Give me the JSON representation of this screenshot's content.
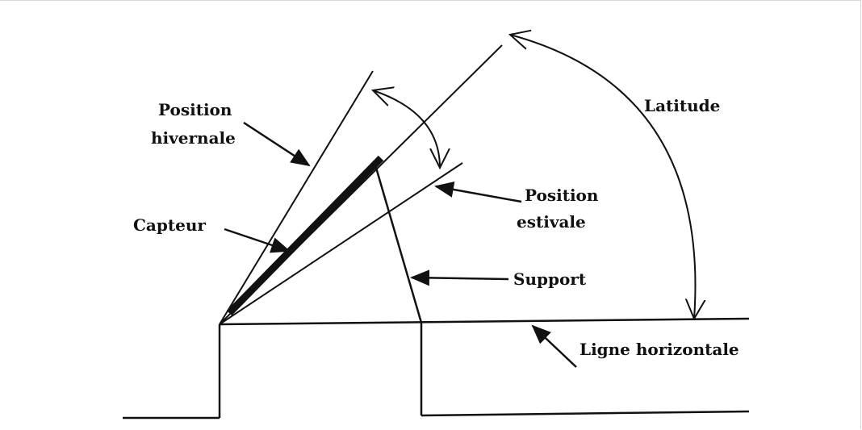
{
  "labels": {
    "position_hivernale_line1": "Position",
    "position_hivernale_line2": "hivernale",
    "latitude": "Latitude",
    "capteur": "Capteur",
    "position_estivale_line1": "Position",
    "position_estivale_line2": "estivale",
    "support": "Support",
    "ligne_horizontale": "Ligne horizontale"
  },
  "colors": {
    "ink": "#111111",
    "background": "#ffffff",
    "frame": "#d8d8d8"
  }
}
